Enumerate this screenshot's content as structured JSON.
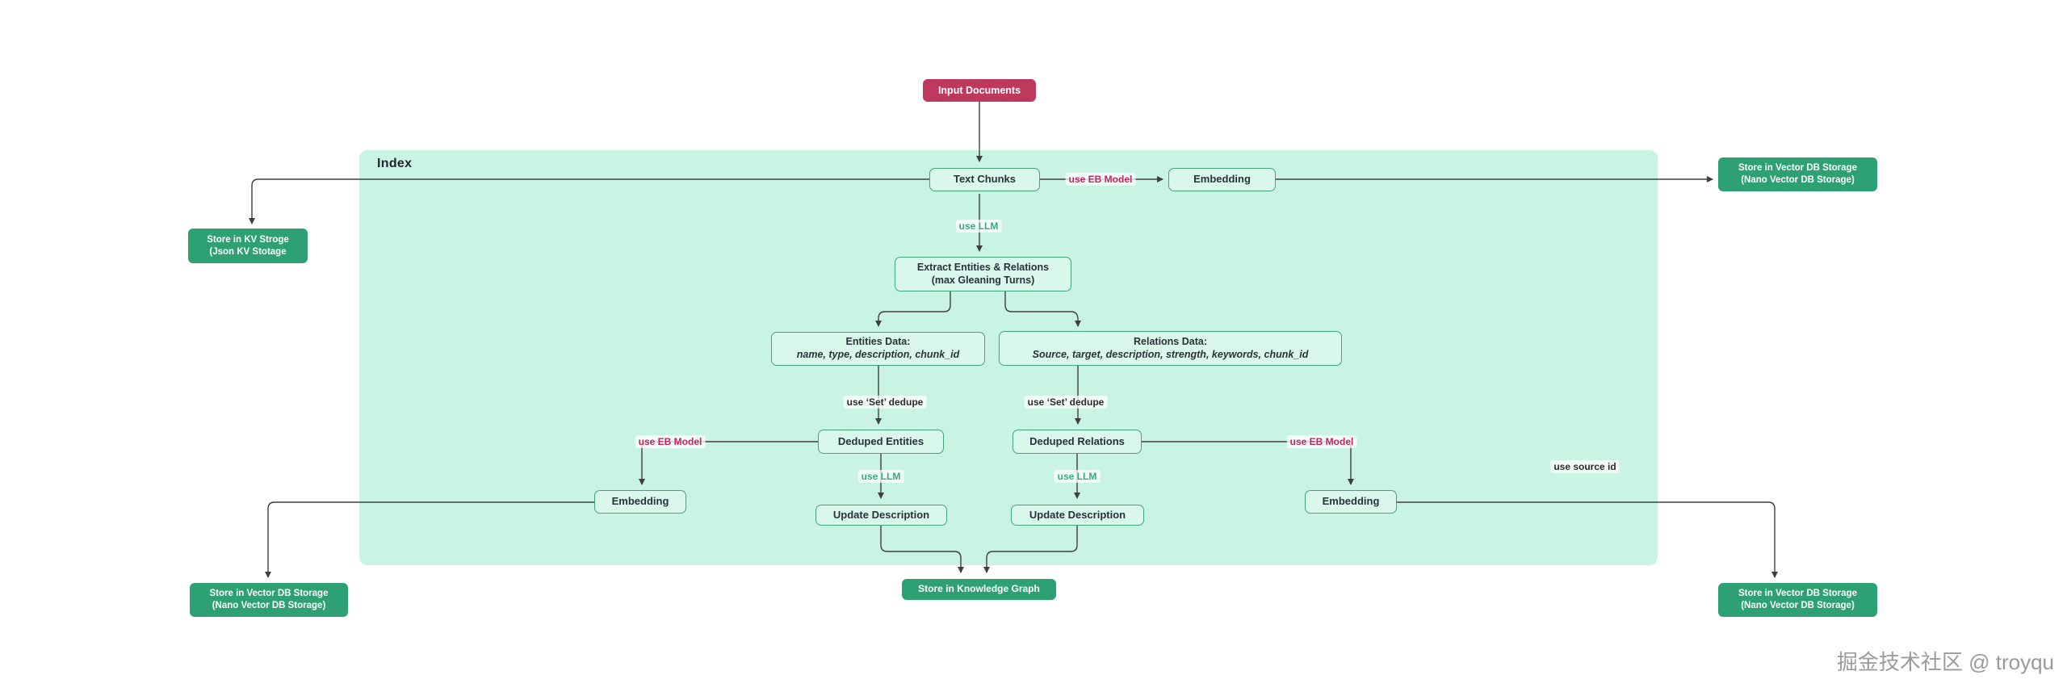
{
  "diagram": {
    "container_label": "Index",
    "watermark": "掘金技术社区 @ troyqu",
    "colors": {
      "input_node_crimson": "#bd3a5e",
      "edge_label_crimson": "#c2255c",
      "container_mint": "#c9f3e2",
      "node_fill": "#daf7eb",
      "node_border": "#43a57c",
      "storage_green": "#2da173",
      "teal_label": "#3aa881",
      "edge_line": "#3f3f3f"
    },
    "nodes": {
      "input_documents": {
        "label": "Input Documents"
      },
      "text_chunks": {
        "label": "Text Chunks"
      },
      "embedding_top": {
        "label": "Embedding"
      },
      "extract_entities": {
        "line1": "Extract Entities & Relations",
        "line2": "(max Gleaning Turns)"
      },
      "entities_data": {
        "title": "Entities Data:",
        "fields": "name, type, description, chunk_id"
      },
      "relations_data": {
        "title": "Relations Data:",
        "fields": "Source, target, description, strength, keywords, chunk_id"
      },
      "deduped_entities": {
        "label": "Deduped Entities"
      },
      "deduped_relations": {
        "label": "Deduped Relations"
      },
      "embedding_left": {
        "label": "Embedding"
      },
      "embedding_right": {
        "label": "Embedding"
      },
      "update_description_left": {
        "label": "Update Description"
      },
      "update_description_right": {
        "label": "Update Description"
      }
    },
    "storage_nodes": {
      "kv_storage": {
        "line1": "Store in KV Stroge",
        "line2": "(Json KV Stotage"
      },
      "vector_db_top_right": {
        "line1": "Store in Vector DB Storage",
        "line2": "(Nano Vector DB Storage)"
      },
      "vector_db_bottom_left": {
        "line1": "Store in Vector DB Storage",
        "line2": "(Nano Vector DB Storage)"
      },
      "vector_db_bottom_right": {
        "line1": "Store in Vector DB Storage",
        "line2": "(Nano Vector DB Storage)"
      },
      "knowledge_graph": {
        "label": "Store in Knowledge Graph"
      }
    },
    "edge_labels": {
      "use_eb_model_top": "use EB Model",
      "use_eb_model_left": "use EB Model",
      "use_eb_model_right": "use EB Model",
      "use_llm_top": "use LLM",
      "use_llm_left": "use LLM",
      "use_llm_right": "use LLM",
      "set_dedupe_left": "use ‘Set’ dedupe",
      "set_dedupe_right": "use ‘Set’ dedupe",
      "use_source_id": "use source id"
    }
  }
}
